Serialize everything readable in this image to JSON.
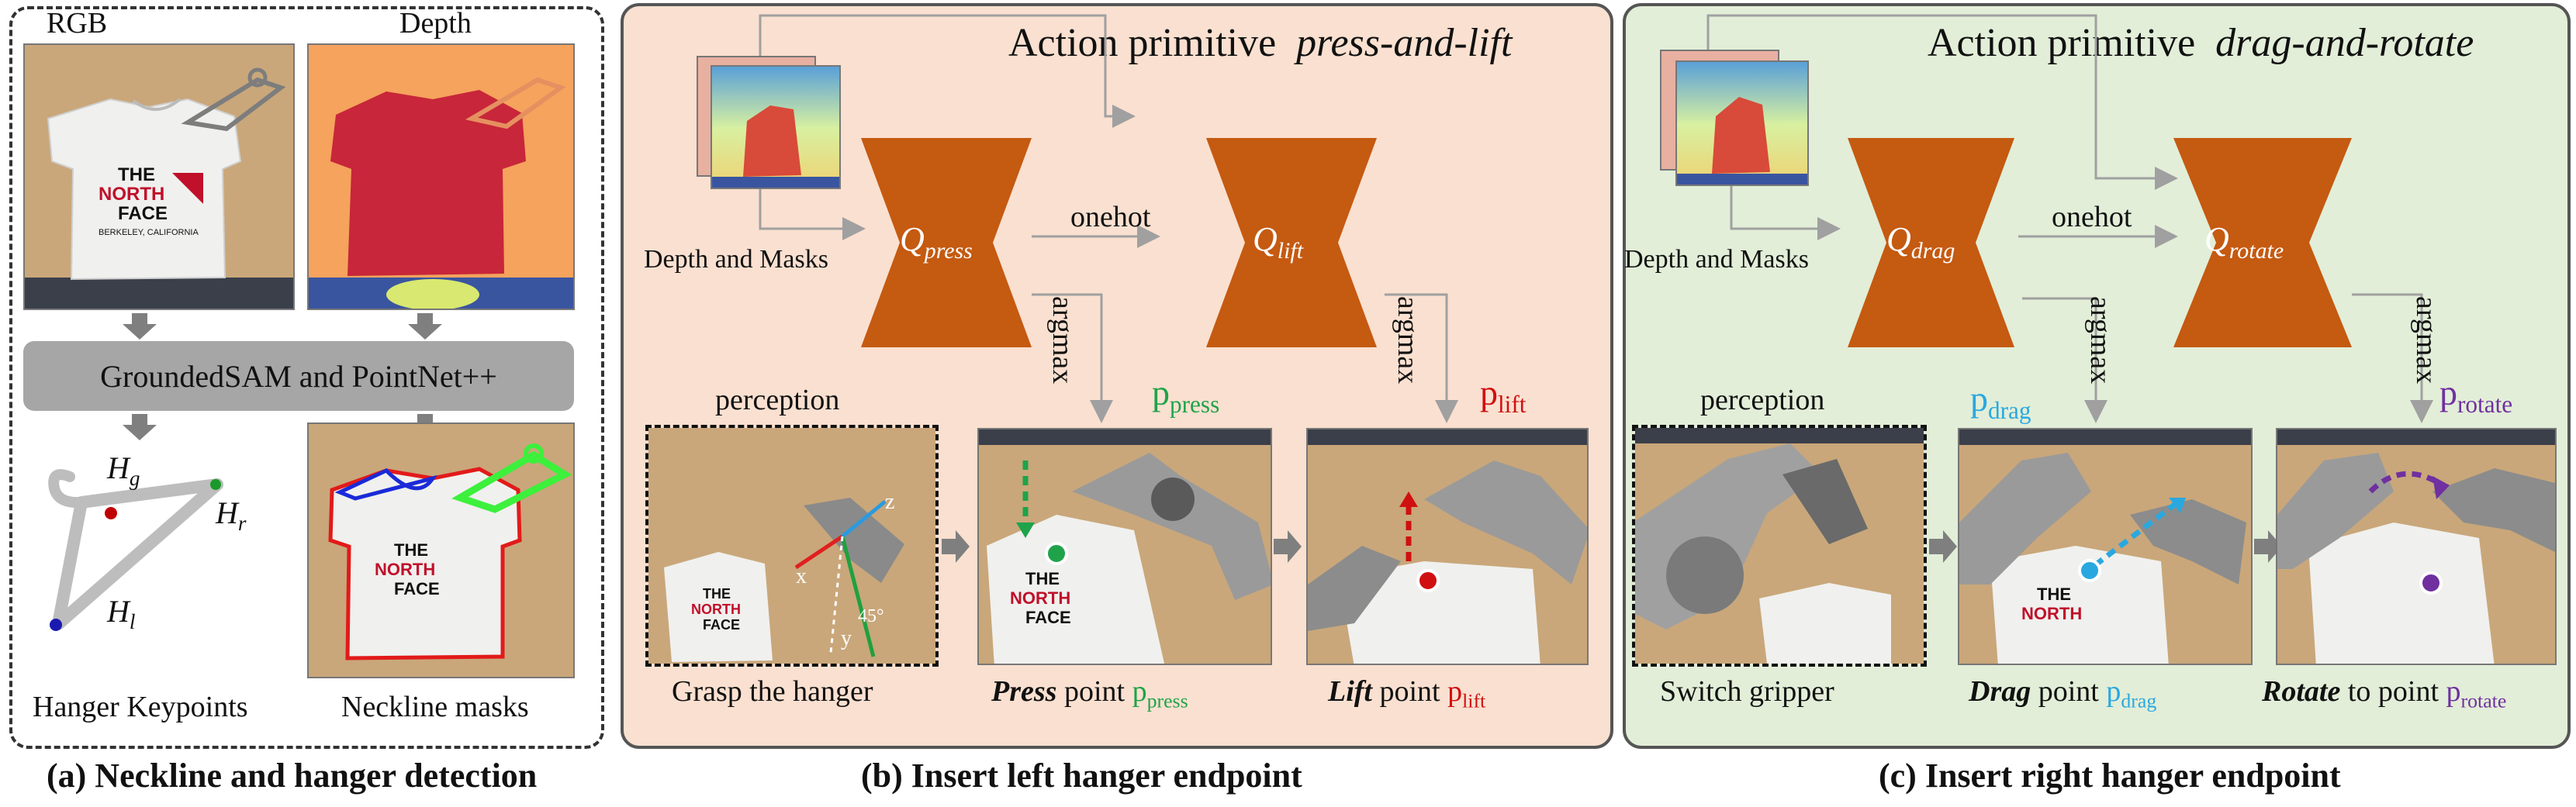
{
  "panel_a": {
    "caption": "(a) Neckline and hanger detection",
    "rgb_label": "RGB",
    "depth_label": "Depth",
    "process_box": "GroundedSAM and PointNet++",
    "keypoints_label": "Hanger Keypoints",
    "masks_label": "Neckline masks",
    "shirt_text_1": "THE",
    "shirt_text_2": "NORTH",
    "shirt_text_3": "FACE",
    "shirt_text_4": "BERKELEY, CALIFORNIA",
    "key_g": "H",
    "key_g_sub": "g",
    "key_r": "H",
    "key_r_sub": "r",
    "key_l": "H",
    "key_l_sub": "l"
  },
  "panel_b": {
    "caption": "(b) Insert left hanger endpoint",
    "title_main": "Action primitive",
    "title_em": "press-and-lift",
    "depth_masks": "Depth and Masks",
    "onehot": "onehot",
    "q1": "Q",
    "q1_sub": "press",
    "q2": "Q",
    "q2_sub": "lift",
    "argmax1": "argmax",
    "argmax2": "argmax",
    "p1": "p",
    "p1_sub": "press",
    "p2": "p",
    "p2_sub": "lift",
    "perception": "perception",
    "axis_x": "x",
    "axis_y": "y",
    "axis_z": "z",
    "angle": "45°",
    "cap1": "Grasp the hanger",
    "cap2_em": "Press",
    "cap2_rest": "point",
    "cap2_p": "p",
    "cap2_sub": "press",
    "cap3_em": "Lift",
    "cap3_rest": "point",
    "cap3_p": "p",
    "cap3_sub": "lift"
  },
  "panel_c": {
    "caption": "(c) Insert right hanger endpoint",
    "title_main": "Action primitive",
    "title_em": "drag-and-rotate",
    "depth_masks": "Depth and Masks",
    "onehot": "onehot",
    "q1": "Q",
    "q1_sub": "drag",
    "q2": "Q",
    "q2_sub": "rotate",
    "argmax1": "argmax",
    "argmax2": "argmax",
    "p1": "p",
    "p1_sub": "drag",
    "p2": "p",
    "p2_sub": "rotate",
    "perception": "perception",
    "cap1": "Switch gripper",
    "cap2_em": "Drag",
    "cap2_rest": "point",
    "cap2_p": "p",
    "cap2_sub": "drag",
    "cap3_em": "Rotate",
    "cap3_rest": "to point",
    "cap3_p": "p",
    "cap3_sub": "rotate"
  },
  "colors": {
    "network_orange": "#c55a11",
    "press_green": "#1fa34a",
    "lift_red": "#d01010",
    "drag_blue": "#29a8e0",
    "rotate_purple": "#7030a0",
    "panel_b_bg": "#fae0d0",
    "panel_c_bg": "#e2eed8"
  }
}
